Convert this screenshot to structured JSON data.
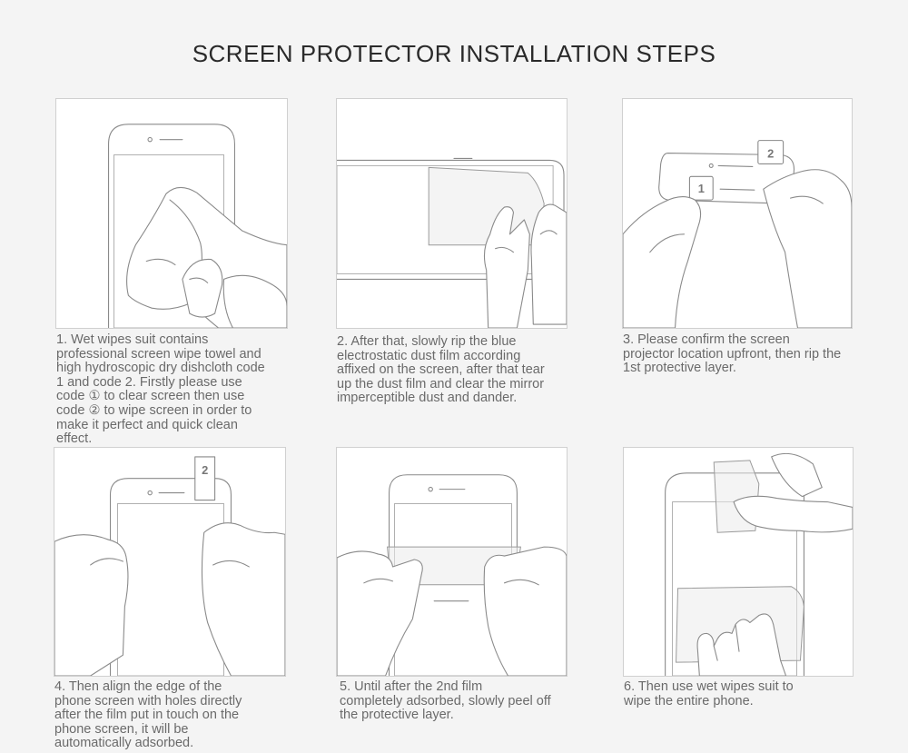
{
  "title": "SCREEN PROTECTOR INSTALLATION STEPS",
  "steps": [
    {
      "caption": "1.    Wet wipes suit contains\nprofessional screen wipe towel and\nhigh hydroscopic dry dishcloth code\n1 and code 2. Firstly please use\ncode ① to clear screen then use\ncode ② to wipe screen in order to\nmake it perfect and quick clean\neffect."
    },
    {
      "caption": "2.    After that, slowly rip the blue\nelectrostatic dust film according\naffixed on the screen, after that tear\nup the dust film and clear the mirror\nimperceptible dust and dander."
    },
    {
      "caption": "3.    Please confirm the screen\nprojector location upfront, then rip the\n1st protective layer."
    },
    {
      "caption": "4.    Then align the edge of the\nphone screen with holes directly\nafter the film put in touch on the\nphone screen, it will be\nautomatically adsorbed."
    },
    {
      "caption": "5.    Until after the 2nd film\ncompletely adsorbed, slowly peel off\nthe protective layer."
    },
    {
      "caption": "6.    Then use wet wipes suit to\nwipe the entire phone."
    }
  ],
  "tab_labels": {
    "one": "1",
    "two": "2"
  }
}
